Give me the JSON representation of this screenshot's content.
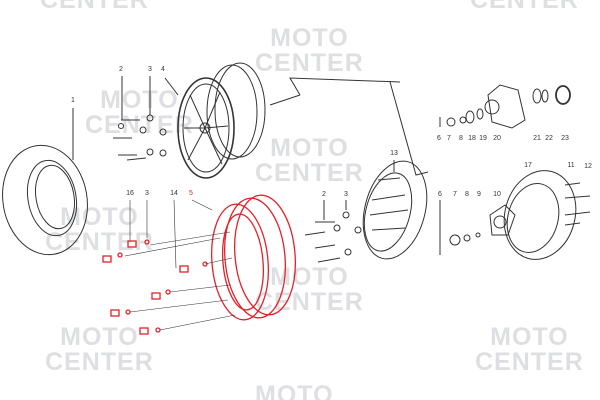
{
  "watermark": {
    "line1": "MOTO",
    "line2": "CENTER"
  },
  "labels": [
    {
      "text": "1"
    },
    {
      "text": "2"
    },
    {
      "text": "3"
    },
    {
      "text": "4"
    },
    {
      "text": "5"
    },
    {
      "text": "16"
    },
    {
      "text": "3"
    },
    {
      "text": "14"
    },
    {
      "text": "2"
    },
    {
      "text": "3"
    },
    {
      "text": "13"
    },
    {
      "text": "6"
    },
    {
      "text": "7"
    },
    {
      "text": "8"
    },
    {
      "text": "18"
    },
    {
      "text": "19"
    },
    {
      "text": "20"
    },
    {
      "text": "21"
    },
    {
      "text": "22"
    },
    {
      "text": "23"
    },
    {
      "text": "17"
    },
    {
      "text": "11"
    },
    {
      "text": "12"
    },
    {
      "text": "6"
    },
    {
      "text": "7"
    },
    {
      "text": "8"
    },
    {
      "text": "9"
    },
    {
      "text": "10"
    }
  ],
  "colors": {
    "highlight": "#e0232a",
    "line": "#333333",
    "watermark": "#d9dadd"
  }
}
